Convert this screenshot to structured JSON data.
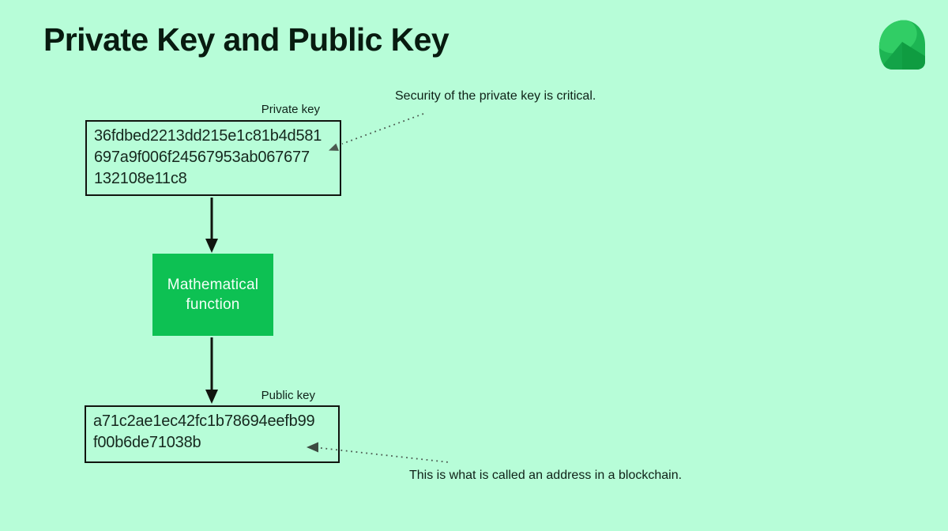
{
  "page": {
    "title": "Private Key and Public Key"
  },
  "icons": {
    "brand_logo": "leaf-icon"
  },
  "colors": {
    "background": "#b7fdd8",
    "function_box_green": "#0dc153",
    "logo_green_main": "#1db553",
    "logo_green_light": "#31cd65",
    "logo_green_dark": "#13a348",
    "text_dark": "#0d2016",
    "box_border": "#10150f",
    "dotted_arrow_gray": "#4b5a50"
  },
  "diagram": {
    "private_key": {
      "label": "Private key",
      "lines": [
        "36fdbed2213dd215e1c81b4d581",
        "697a9f006f24567953ab067677",
        "132108e11c8"
      ],
      "value": "36fdbed2213dd215e1c81b4d581697a9f006f24567953ab067677132108e11c8"
    },
    "function_box": {
      "lines": [
        "Mathematical",
        "function"
      ],
      "value": "Mathematical function"
    },
    "public_key": {
      "label": "Public key",
      "lines": [
        "a71c2ae1ec42fc1b78694eefb99",
        "f00b6de71038b"
      ],
      "value": "a71c2ae1ec42fc1b78694eefb99f00b6de71038b"
    },
    "annotations": {
      "private_note": "Security of the private key is critical.",
      "public_note": "This is what is called an address in a blockchain."
    }
  }
}
